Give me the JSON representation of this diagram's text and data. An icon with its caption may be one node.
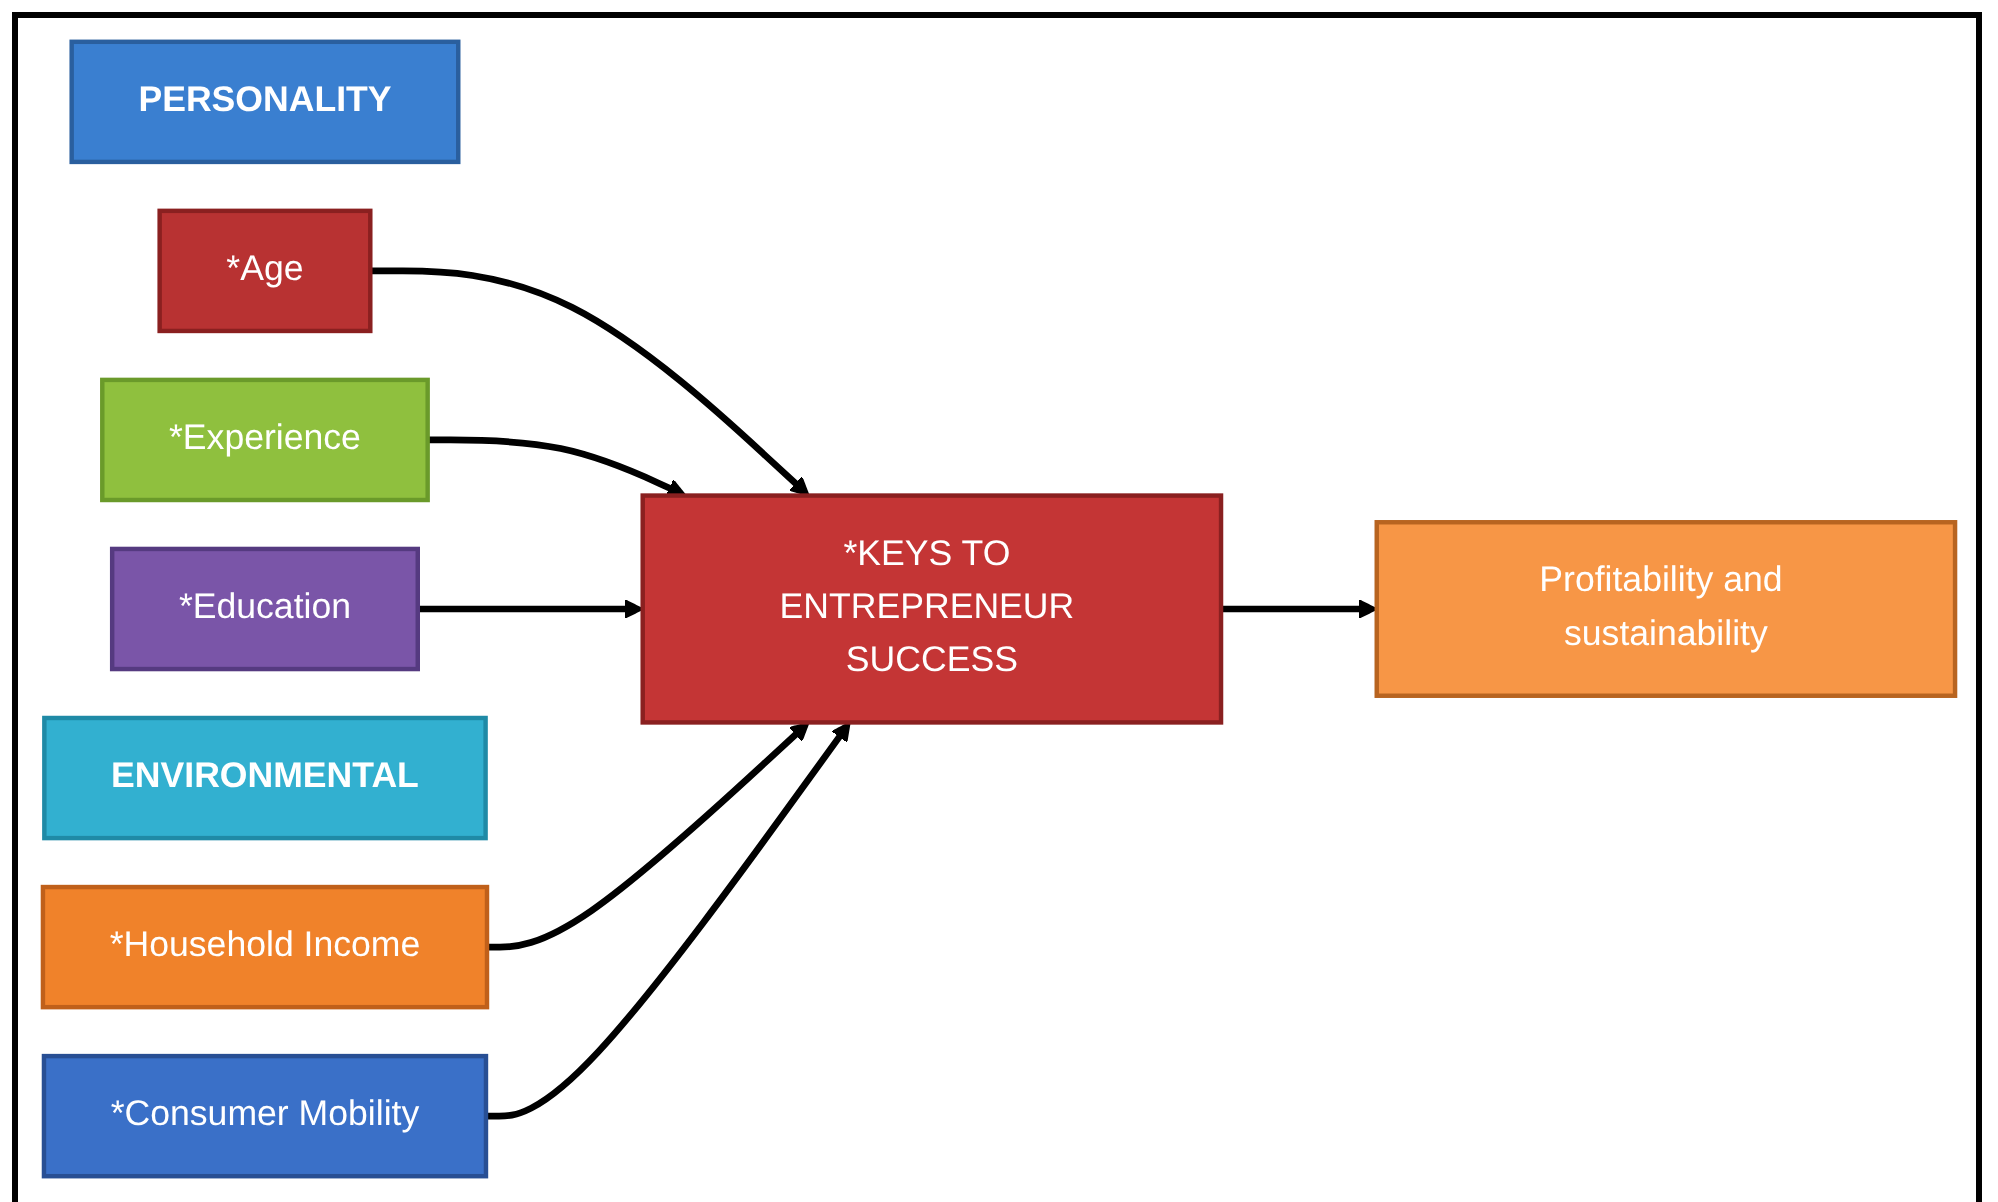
{
  "diagram": {
    "nodes": [
      {
        "text": [
          "PERSONALITY"
        ]
      },
      {
        "text": [
          "*Age"
        ]
      },
      {
        "text": [
          "*Experience"
        ]
      },
      {
        "text": [
          "*Education"
        ]
      },
      {
        "text": [
          "ENVIRONMENTAL"
        ]
      },
      {
        "text": [
          "*Household Income"
        ]
      },
      {
        "text": [
          "*Consumer Mobility"
        ]
      },
      {
        "text": [
          "*KEYS TO ENTREPRENEUR SUCCESS"
        ]
      },
      {
        "text": [
          "Profitability and sustainability"
        ]
      }
    ],
    "edges": [
      {
        "from": 1,
        "to": 7,
        "arrow": "to"
      },
      {
        "from": 2,
        "to": 7,
        "arrow": "to"
      },
      {
        "from": 3,
        "to": 7,
        "arrow": "to"
      },
      {
        "from": 5,
        "to": 7,
        "arrow": "to"
      },
      {
        "from": 6,
        "to": 7,
        "arrow": "to"
      },
      {
        "from": 7,
        "to": 8,
        "arrow": "to"
      }
    ]
  }
}
